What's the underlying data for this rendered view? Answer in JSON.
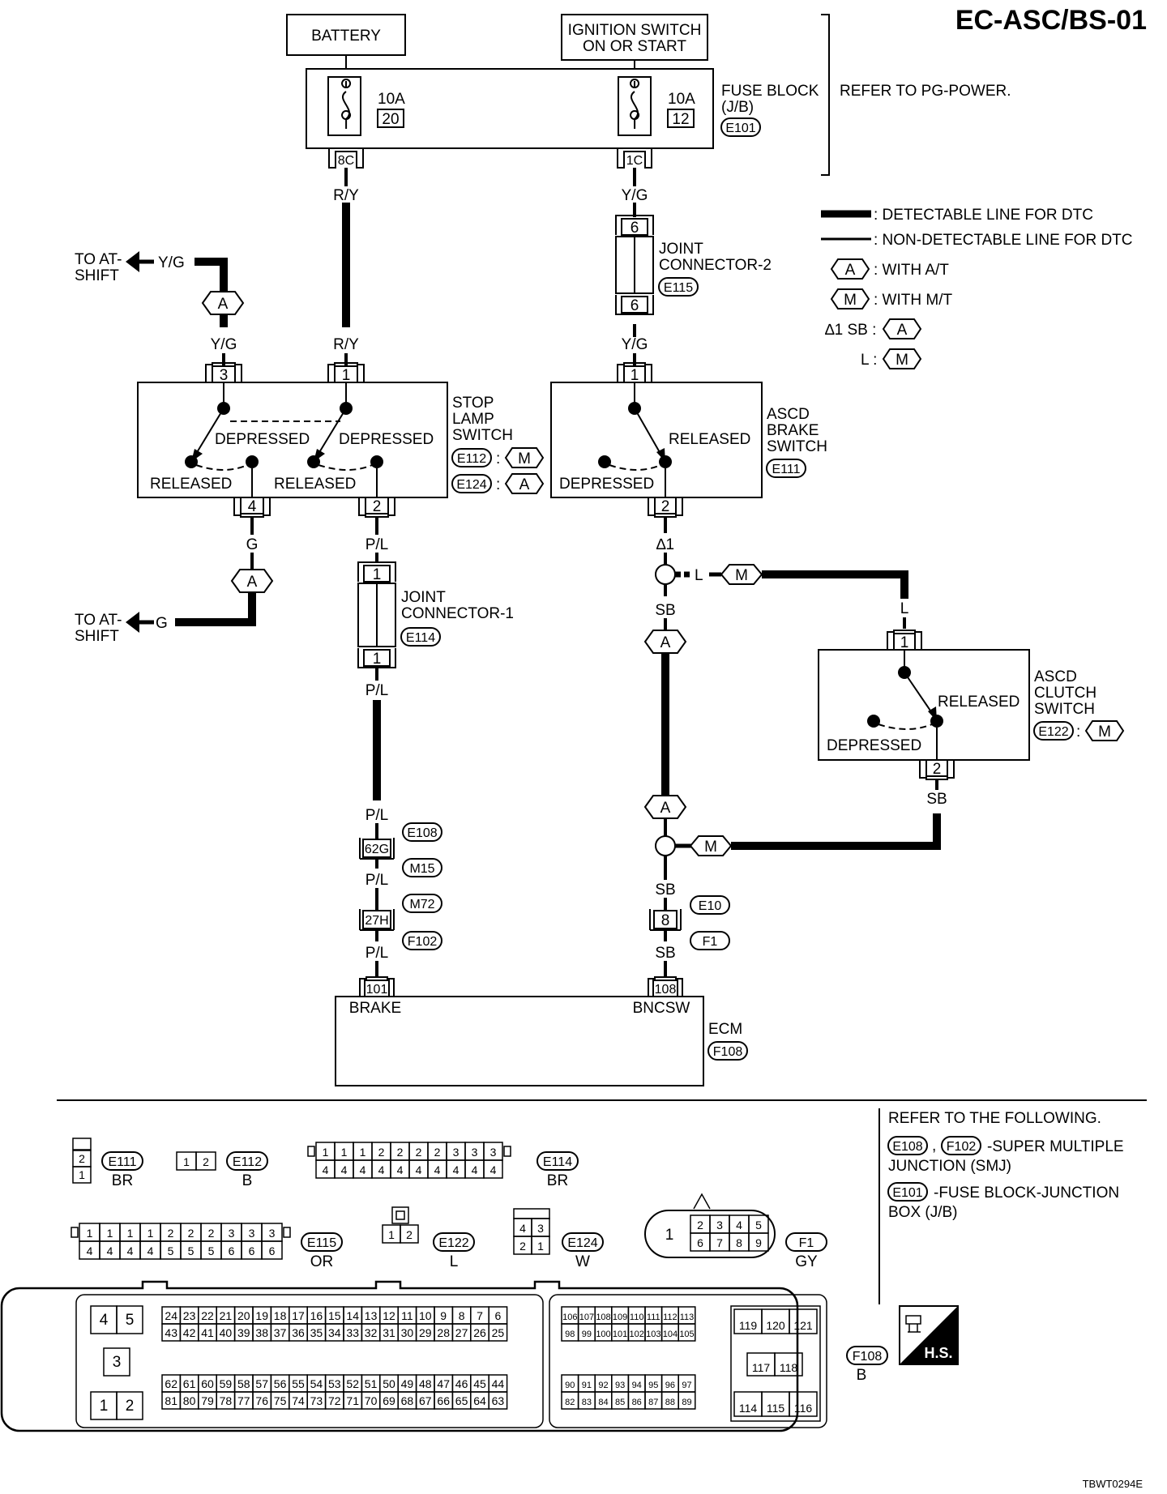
{
  "page_title": "EC-ASC/BS-01",
  "figure_code": "TBWT0294E",
  "sources": {
    "battery": "BATTERY",
    "ignition_line1": "IGNITION SWITCH",
    "ignition_line2": "ON OR START"
  },
  "fuse_block": {
    "label_line1": "FUSE BLOCK",
    "label_line2": "(J/B)",
    "connector": "E101",
    "refer": "REFER TO PG-POWER.",
    "fuse_left": {
      "amp": "10A",
      "number": "20",
      "terminal": "8C"
    },
    "fuse_right": {
      "amp": "10A",
      "number": "12",
      "terminal": "1C"
    }
  },
  "legend": {
    "detectable": ": DETECTABLE LINE FOR DTC",
    "non_detectable": ": NON-DETECTABLE LINE FOR DTC",
    "with_at": ": WITH A/T",
    "with_mt": ": WITH M/T",
    "note_sb": "∆1 SB :",
    "note_l": "L :"
  },
  "wire_colors": {
    "ry": "R/Y",
    "yg": "Y/G",
    "g": "G",
    "pl": "P/L",
    "sb": "SB",
    "l": "L"
  },
  "codes": {
    "a": "A",
    "m": "M",
    "note": "∆1"
  },
  "to_at_shift": {
    "line1": "TO AT-",
    "line2": "SHIFT"
  },
  "joint_connector_2": {
    "line1": "JOINT",
    "line2": "CONNECTOR-2",
    "connector": "E115",
    "pin_top": "6",
    "pin_bottom": "6"
  },
  "joint_connector_1": {
    "line1": "JOINT",
    "line2": "CONNECTOR-1",
    "connector": "E114",
    "pin_top": "1",
    "pin_bottom": "1"
  },
  "stop_lamp_switch": {
    "line1": "STOP",
    "line2": "LAMP",
    "line3": "SWITCH",
    "conn_mt": "E112",
    "conn_at": "E124",
    "depressed": "DEPRESSED",
    "released": "RELEASED",
    "pins": [
      "3",
      "1",
      "4",
      "2"
    ]
  },
  "ascd_brake_switch": {
    "line1": "ASCD",
    "line2": "BRAKE",
    "line3": "SWITCH",
    "connector": "E111",
    "released": "RELEASED",
    "depressed": "DEPRESSED",
    "pin_top": "1",
    "pin_bottom": "2"
  },
  "ascd_clutch_switch": {
    "line1": "ASCD",
    "line2": "CLUTCH",
    "line3": "SWITCH",
    "connector": "E122",
    "released": "RELEASED",
    "depressed": "DEPRESSED",
    "pin_top": "1",
    "pin_bottom": "2"
  },
  "smj_left": {
    "top": "E108",
    "pin1": "62G",
    "mid1": "M15",
    "mid2": "M72",
    "pin2": "27H",
    "bottom": "F102"
  },
  "smj_right": {
    "top": "E10",
    "pin": "8",
    "bottom": "F1"
  },
  "ecm": {
    "label": "ECM",
    "connector": "F108",
    "brake_pin": "101",
    "brake_label": "BRAKE",
    "bncsw_pin": "108",
    "bncsw_label": "BNCSW"
  },
  "refer_notes": {
    "head": "REFER TO THE FOLLOWING.",
    "smj_codes": "E108 ,  F102",
    "smj_text": "-SUPER MULTIPLE",
    "smj_text2": "JUNCTION (SMJ)",
    "jb_code": "E101",
    "jb_text": "-FUSE BLOCK-JUNCTION",
    "jb_text2": "BOX (J/B)"
  },
  "connector_views": {
    "e111": {
      "name": "E111",
      "color": "BR",
      "cells": [
        "2",
        "1"
      ]
    },
    "e112": {
      "name": "E112",
      "color": "B",
      "cells": [
        "1",
        "2"
      ]
    },
    "e114": {
      "name": "E114",
      "color": "BR",
      "top": [
        "1",
        "1",
        "1",
        "2",
        "2",
        "2",
        "2",
        "3",
        "3",
        "3"
      ],
      "bottom": [
        "4",
        "4",
        "4",
        "4",
        "4",
        "4",
        "4",
        "4",
        "4",
        "4"
      ]
    },
    "e115": {
      "name": "E115",
      "color": "OR",
      "top": [
        "1",
        "1",
        "1",
        "1",
        "2",
        "2",
        "2",
        "3",
        "3",
        "3"
      ],
      "bottom": [
        "4",
        "4",
        "4",
        "4",
        "5",
        "5",
        "5",
        "6",
        "6",
        "6"
      ]
    },
    "e122": {
      "name": "E122",
      "color": "L",
      "cells": [
        "1",
        "2"
      ]
    },
    "e124": {
      "name": "E124",
      "color": "W",
      "top": [
        "4",
        "3"
      ],
      "bottom": [
        "2",
        "1"
      ]
    },
    "f1": {
      "name": "F1",
      "color": "GY",
      "big": "1",
      "top": [
        "2",
        "3",
        "4",
        "5"
      ],
      "bottom": [
        "6",
        "7",
        "8",
        "9"
      ]
    },
    "f108": {
      "name": "F108",
      "color": "B",
      "left_big": [
        "4",
        "5",
        "3",
        "1",
        "2"
      ],
      "row1": [
        "24",
        "23",
        "22",
        "21",
        "20",
        "19",
        "18",
        "17",
        "16",
        "15",
        "14",
        "13",
        "12",
        "11",
        "10",
        "9",
        "8",
        "7",
        "6"
      ],
      "row2": [
        "43",
        "42",
        "41",
        "40",
        "39",
        "38",
        "37",
        "36",
        "35",
        "34",
        "33",
        "32",
        "31",
        "30",
        "29",
        "28",
        "27",
        "26",
        "25"
      ],
      "row3": [
        "62",
        "61",
        "60",
        "59",
        "58",
        "57",
        "56",
        "55",
        "54",
        "53",
        "52",
        "51",
        "50",
        "49",
        "48",
        "47",
        "46",
        "45",
        "44"
      ],
      "row4": [
        "81",
        "80",
        "79",
        "78",
        "77",
        "76",
        "75",
        "74",
        "73",
        "72",
        "71",
        "70",
        "69",
        "68",
        "67",
        "66",
        "65",
        "64",
        "63"
      ],
      "mid1": [
        "106",
        "107",
        "108",
        "109",
        "110",
        "111",
        "112",
        "113"
      ],
      "mid2": [
        "98",
        "99",
        "100",
        "101",
        "102",
        "103",
        "104",
        "105"
      ],
      "mid3": [
        "90",
        "91",
        "92",
        "93",
        "94",
        "95",
        "96",
        "97"
      ],
      "mid4": [
        "82",
        "83",
        "84",
        "85",
        "86",
        "87",
        "88",
        "89"
      ],
      "right_top": [
        "119",
        "120",
        "121"
      ],
      "right_mid": [
        "117",
        "118"
      ],
      "right_bot": [
        "114",
        "115",
        "116"
      ]
    },
    "hs_badge": "H.S."
  }
}
